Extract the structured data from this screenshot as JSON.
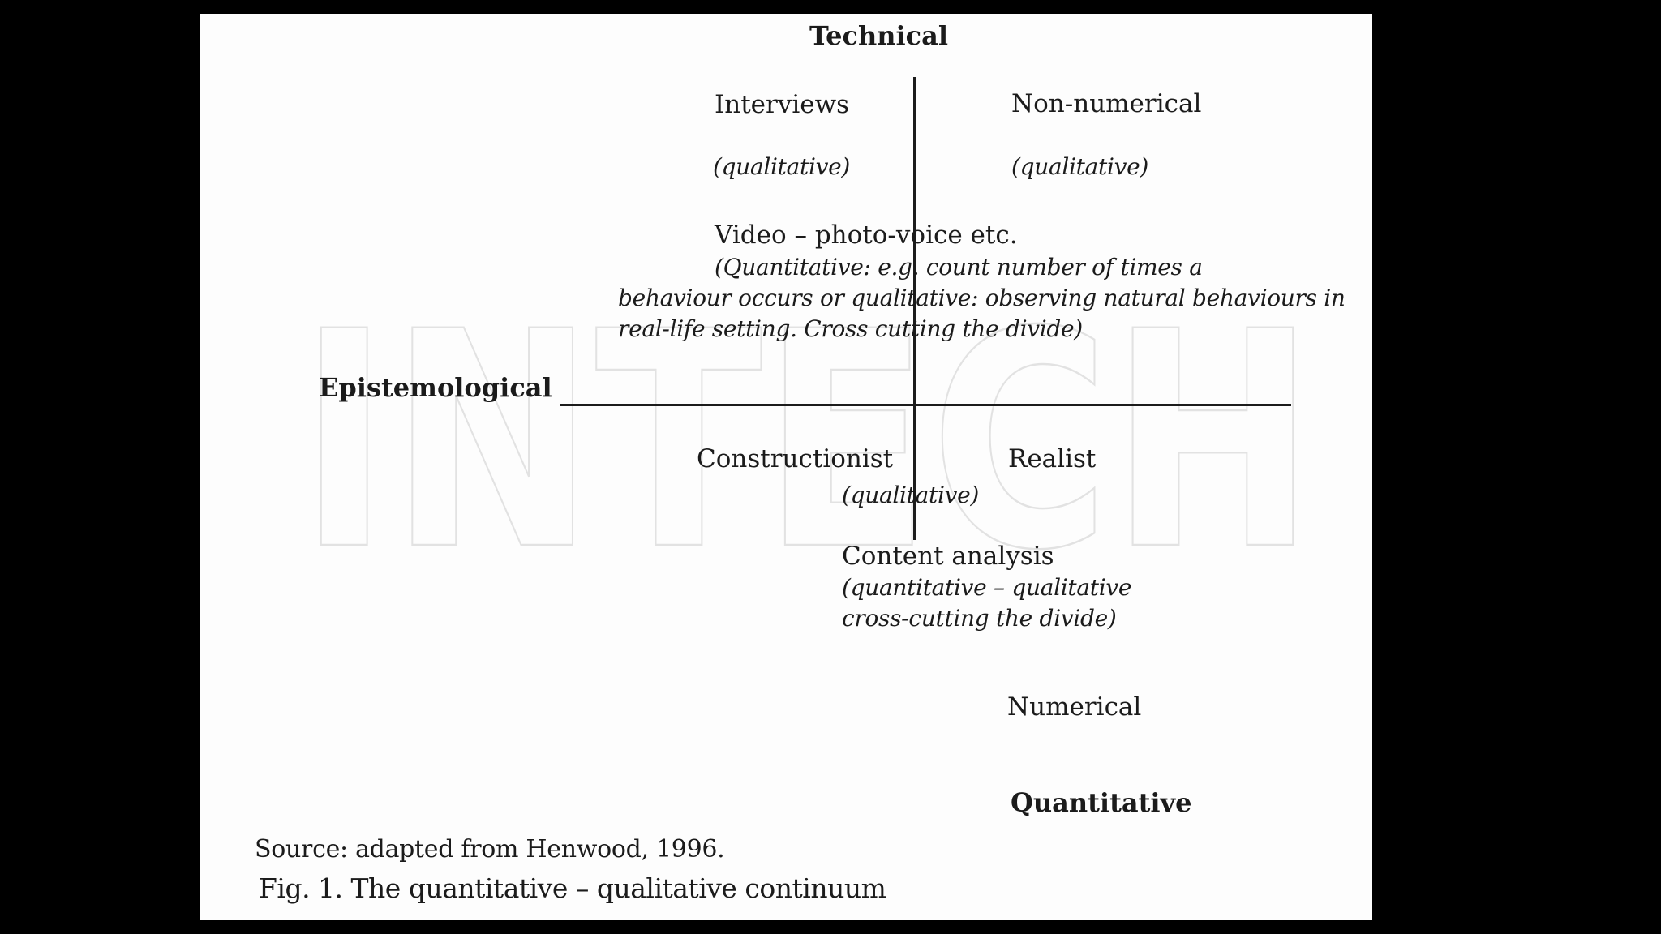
{
  "page": {
    "watermark": "INTECH",
    "source_line": "Source: adapted from Henwood, 1996.",
    "caption": "Fig. 1. The quantitative – qualitative continuum",
    "background_color": "#000000",
    "paper_color": "#fdfdfd",
    "text_color": "#1b1b1b",
    "watermark_color": "#e2e2e2"
  },
  "diagram": {
    "axis_top": "Technical",
    "axis_left": "Epistemological",
    "axis_bottom": "Quantitative",
    "top_left_quadrant": {
      "title": "Interviews",
      "subtitle": "(qualitative)"
    },
    "top_right_quadrant": {
      "title": "Non-numerical",
      "subtitle": "(qualitative)"
    },
    "center_note": {
      "title": "Video – photo-voice etc.",
      "line1": "(Quantitative: e.g. count number of times a",
      "line2": "behaviour occurs or qualitative: observing natural behaviours in",
      "line3": "real-life setting. Cross cutting the divide)"
    },
    "bottom_left_quadrant": {
      "title": "Constructionist"
    },
    "bottom_right_quadrant": {
      "title": "Realist",
      "lower_label": "Numerical"
    },
    "bottom_center_note": {
      "subtitle": "(qualitative)",
      "title": "Content analysis",
      "line1": "(quantitative – qualitative",
      "line2": "cross-cutting the divide)"
    }
  }
}
